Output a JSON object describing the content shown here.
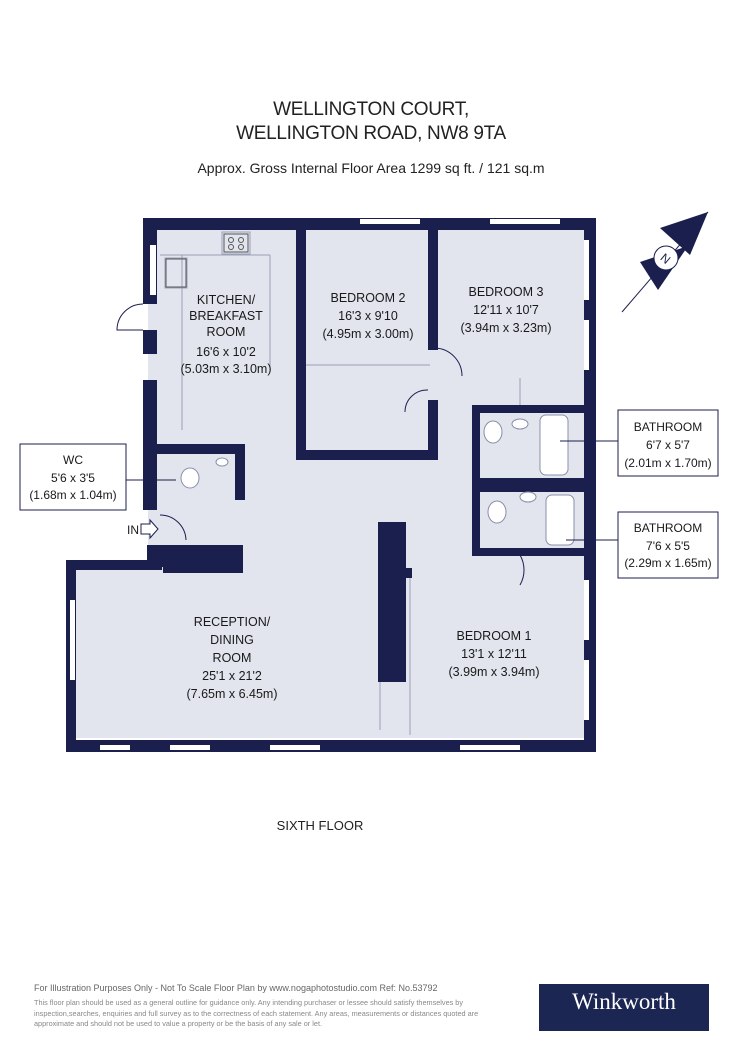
{
  "header": {
    "title_line1": "WELLINGTON COURT,",
    "title_line2": "WELLINGTON ROAD, NW8 9TA",
    "area": "Approx. Gross Internal Floor Area 1299 sq ft. / 121 sq.m"
  },
  "compass": {
    "label": "N",
    "icon": "compass-north-arrow"
  },
  "rooms": {
    "kitchen": {
      "name1": "KITCHEN/",
      "name2": "BREAKFAST",
      "name3": "ROOM",
      "imperial": "16'6 x 10'2",
      "metric": "(5.03m x 3.10m)"
    },
    "bedroom2": {
      "name": "BEDROOM 2",
      "imperial": "16'3 x 9'10",
      "metric": "(4.95m x 3.00m)"
    },
    "bedroom3": {
      "name": "BEDROOM 3",
      "imperial": "12'11 x 10'7",
      "metric": "(3.94m x 3.23m)"
    },
    "reception": {
      "name1": "RECEPTION/",
      "name2": "DINING",
      "name3": "ROOM",
      "imperial": "25'1 x 21'2",
      "metric": "(7.65m x 6.45m)"
    },
    "bedroom1": {
      "name": "BEDROOM 1",
      "imperial": "13'1 x 12'11",
      "metric": "(3.99m x 3.94m)"
    }
  },
  "callouts": {
    "wc": {
      "name": "WC",
      "imperial": "5'6 x 3'5",
      "metric": "(1.68m x 1.04m)"
    },
    "bath1": {
      "name": "BATHROOM",
      "imperial": "6'7 x 5'7",
      "metric": "(2.01m x 1.70m)"
    },
    "bath2": {
      "name": "BATHROOM",
      "imperial": "7'6 x 5'5",
      "metric": "(2.29m x 1.65m)"
    }
  },
  "entrance_label": "IN",
  "floor_label": "SIXTH FLOOR",
  "footer": {
    "line1": "For Illustration Purposes Only - Not To Scale   Floor Plan by www.nogaphotostudio.com   Ref: No.53792",
    "disclaimer": "This floor plan should be used as a general outline for guidance only. Any intending purchaser or lessee should satisfy themselves by inspection,searches, enquiries and full survey as to the correctness of each statement. Any areas, measurements or distances quoted are approximate and should not be used to value a property or be the basis of any sale or let."
  },
  "brand": {
    "name": "Winkworth",
    "color": "#1c2653"
  },
  "colors": {
    "wall": "#1a1f4d",
    "floor": "#e2e4ee"
  }
}
